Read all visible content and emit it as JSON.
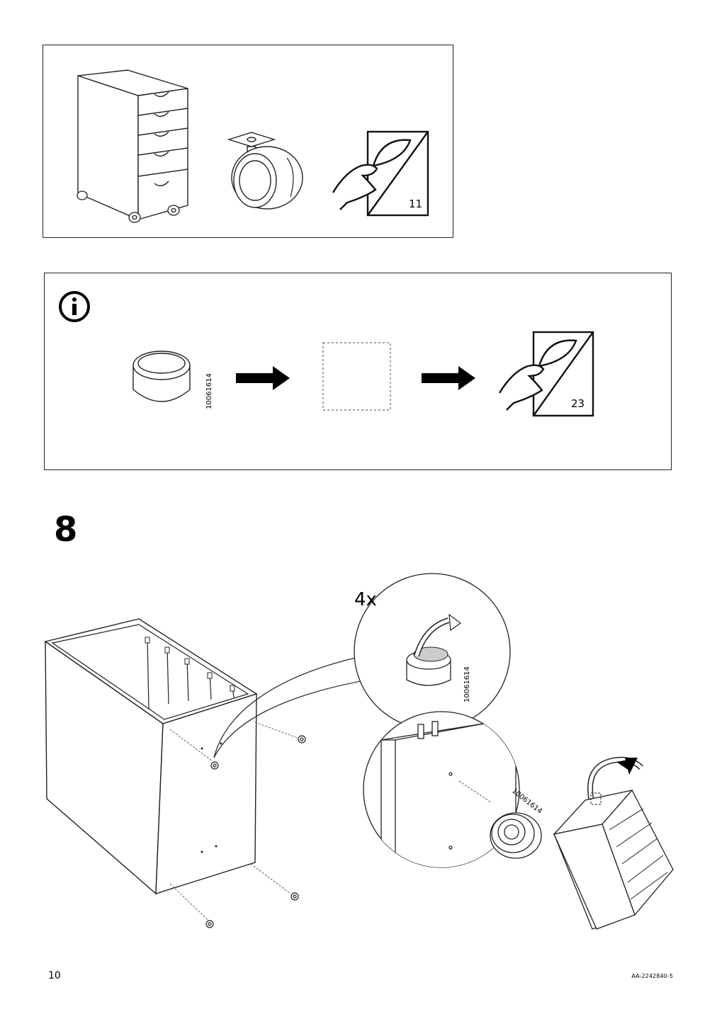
{
  "parts_panel": {
    "items": [
      "drawer-unit",
      "caster-wheel",
      "sticker-sheet"
    ],
    "sticker_sheet_page": "11"
  },
  "info_panel": {
    "info_icon": "info-icon",
    "part_number": "10061614",
    "sticker_sheet_page": "23"
  },
  "step": {
    "number": "8",
    "quantity": "4x",
    "detail_part_number": "10061614",
    "inset_part_number": "10061614"
  },
  "footer": {
    "page_number": "10",
    "document_code": "AA-2242840-5"
  }
}
